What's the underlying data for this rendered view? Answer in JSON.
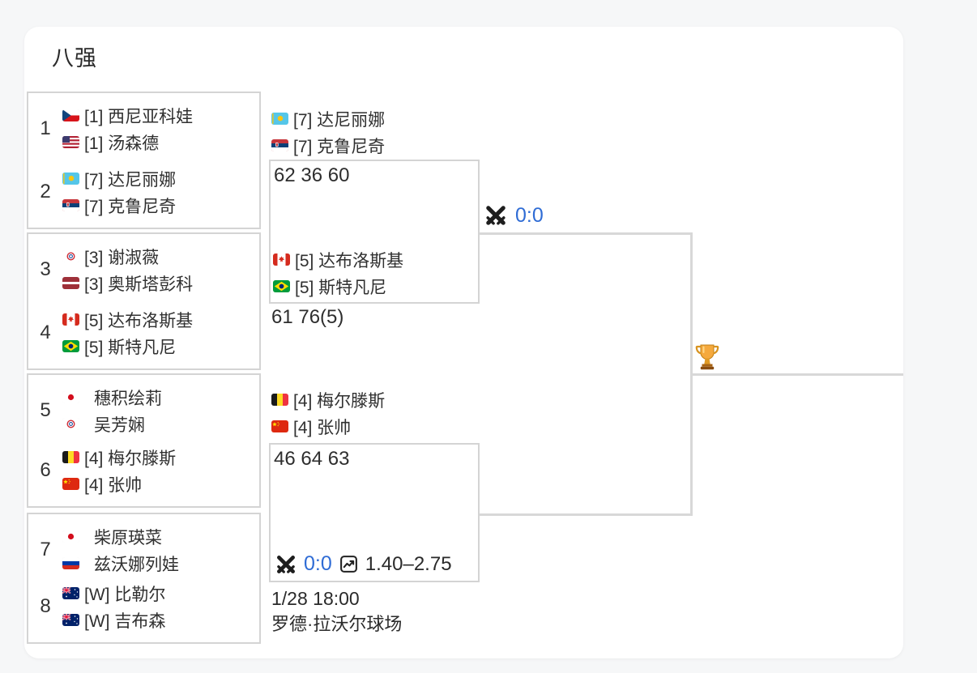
{
  "title": "八强",
  "colors": {
    "accent_blue": "#2f6cd5",
    "border_gray": "#d4d4d4",
    "text_dark": "#2e2e2e",
    "trophy_gold": "#f5a93d"
  },
  "icons": {
    "versus": "crossed-swords",
    "odds": "chart-increasing-in-box",
    "champion": "trophy"
  },
  "quarterfinals": [
    {
      "teams": [
        {
          "num": "1",
          "players": [
            {
              "flag": "cze",
              "label": "[1] 西尼亚科娃"
            },
            {
              "flag": "usa",
              "label": "[1] 汤森德"
            }
          ]
        },
        {
          "num": "2",
          "players": [
            {
              "flag": "kaz",
              "label": "[7] 达尼丽娜"
            },
            {
              "flag": "srb",
              "label": "[7] 克鲁尼奇"
            }
          ]
        }
      ]
    },
    {
      "teams": [
        {
          "num": "3",
          "players": [
            {
              "flag": "tpe",
              "label": "[3] 谢淑薇"
            },
            {
              "flag": "lat",
              "label": "[3] 奥斯塔彭科"
            }
          ]
        },
        {
          "num": "4",
          "players": [
            {
              "flag": "can",
              "label": "[5] 达布洛斯基"
            },
            {
              "flag": "bra",
              "label": "[5] 斯特凡尼"
            }
          ]
        }
      ]
    },
    {
      "teams": [
        {
          "num": "5",
          "players": [
            {
              "flag": "jpn",
              "label": "穗积绘莉"
            },
            {
              "flag": "tpe",
              "label": "吴芳娴"
            }
          ]
        },
        {
          "num": "6",
          "players": [
            {
              "flag": "bel",
              "label": "[4] 梅尔滕斯"
            },
            {
              "flag": "chn",
              "label": "[4] 张帅"
            }
          ]
        }
      ]
    },
    {
      "teams": [
        {
          "num": "7",
          "players": [
            {
              "flag": "jpn",
              "label": "柴原瑛菜"
            },
            {
              "flag": "rus",
              "label": "兹沃娜列娃"
            }
          ]
        },
        {
          "num": "8",
          "players": [
            {
              "flag": "aus",
              "label": "[W] 比勒尔"
            },
            {
              "flag": "aus",
              "label": "[W] 吉布森"
            }
          ]
        }
      ]
    }
  ],
  "semifinals": [
    {
      "team1_players": [
        {
          "flag": "kaz",
          "label": "[7] 达尼丽娜"
        },
        {
          "flag": "srb",
          "label": "[7] 克鲁尼奇"
        }
      ],
      "team1_score": "62 36 60",
      "team2_players": [
        {
          "flag": "can",
          "label": "[5] 达布洛斯基"
        },
        {
          "flag": "bra",
          "label": "[5] 斯特凡尼"
        }
      ],
      "team2_score": "61 76(5)",
      "status_score": "0:0"
    },
    {
      "team1_players": [
        {
          "flag": "bel",
          "label": "[4] 梅尔滕斯"
        },
        {
          "flag": "chn",
          "label": "[4] 张帅"
        }
      ],
      "team1_score": "46 64 63",
      "status_score": "0:0",
      "odds": "1.40–2.75",
      "datetime": "1/28 18:00",
      "venue": "罗德·拉沃尔球场"
    }
  ]
}
